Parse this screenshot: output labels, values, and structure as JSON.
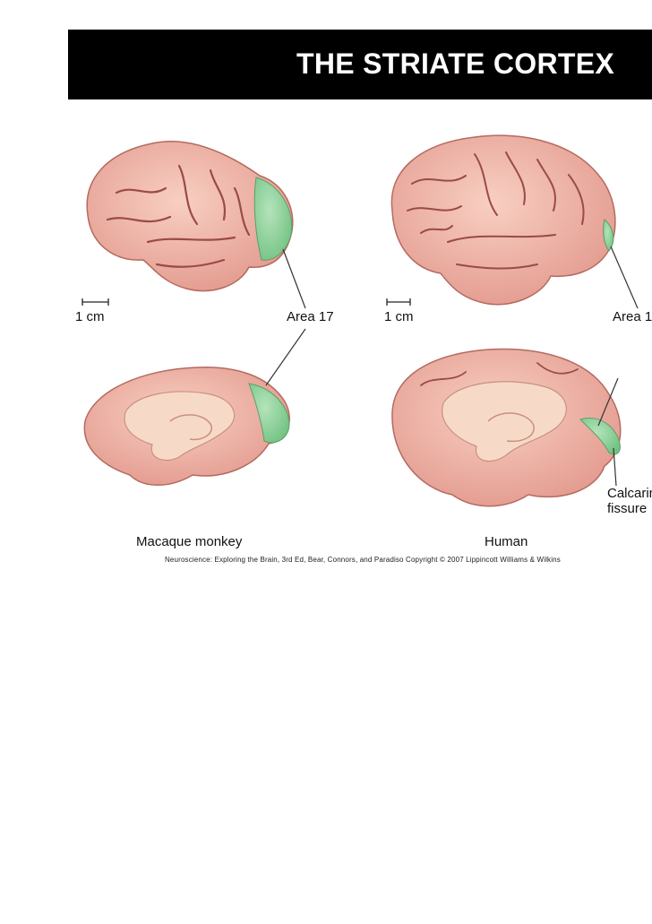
{
  "slide": {
    "title": "THE STRIATE CORTEX"
  },
  "figure": {
    "scale_left": "1 cm",
    "scale_right": "1 cm",
    "area_left": "Area 17",
    "area_right": "Area 1",
    "fissure_line1": "Calcarin",
    "fissure_line2": "fissure",
    "caption_left": "Macaque monkey",
    "caption_right": "Human",
    "credit": "Neuroscience: Exploring the Brain, 3rd Ed, Bear, Connors, and Paradiso Copyright © 2007 Lippincott Williams & Wilkins"
  },
  "colors": {
    "brain": "#f0b3a6",
    "sulcus": "#9a4a4a",
    "area17": "#8fd19c",
    "inner": "#f7d9c8"
  }
}
